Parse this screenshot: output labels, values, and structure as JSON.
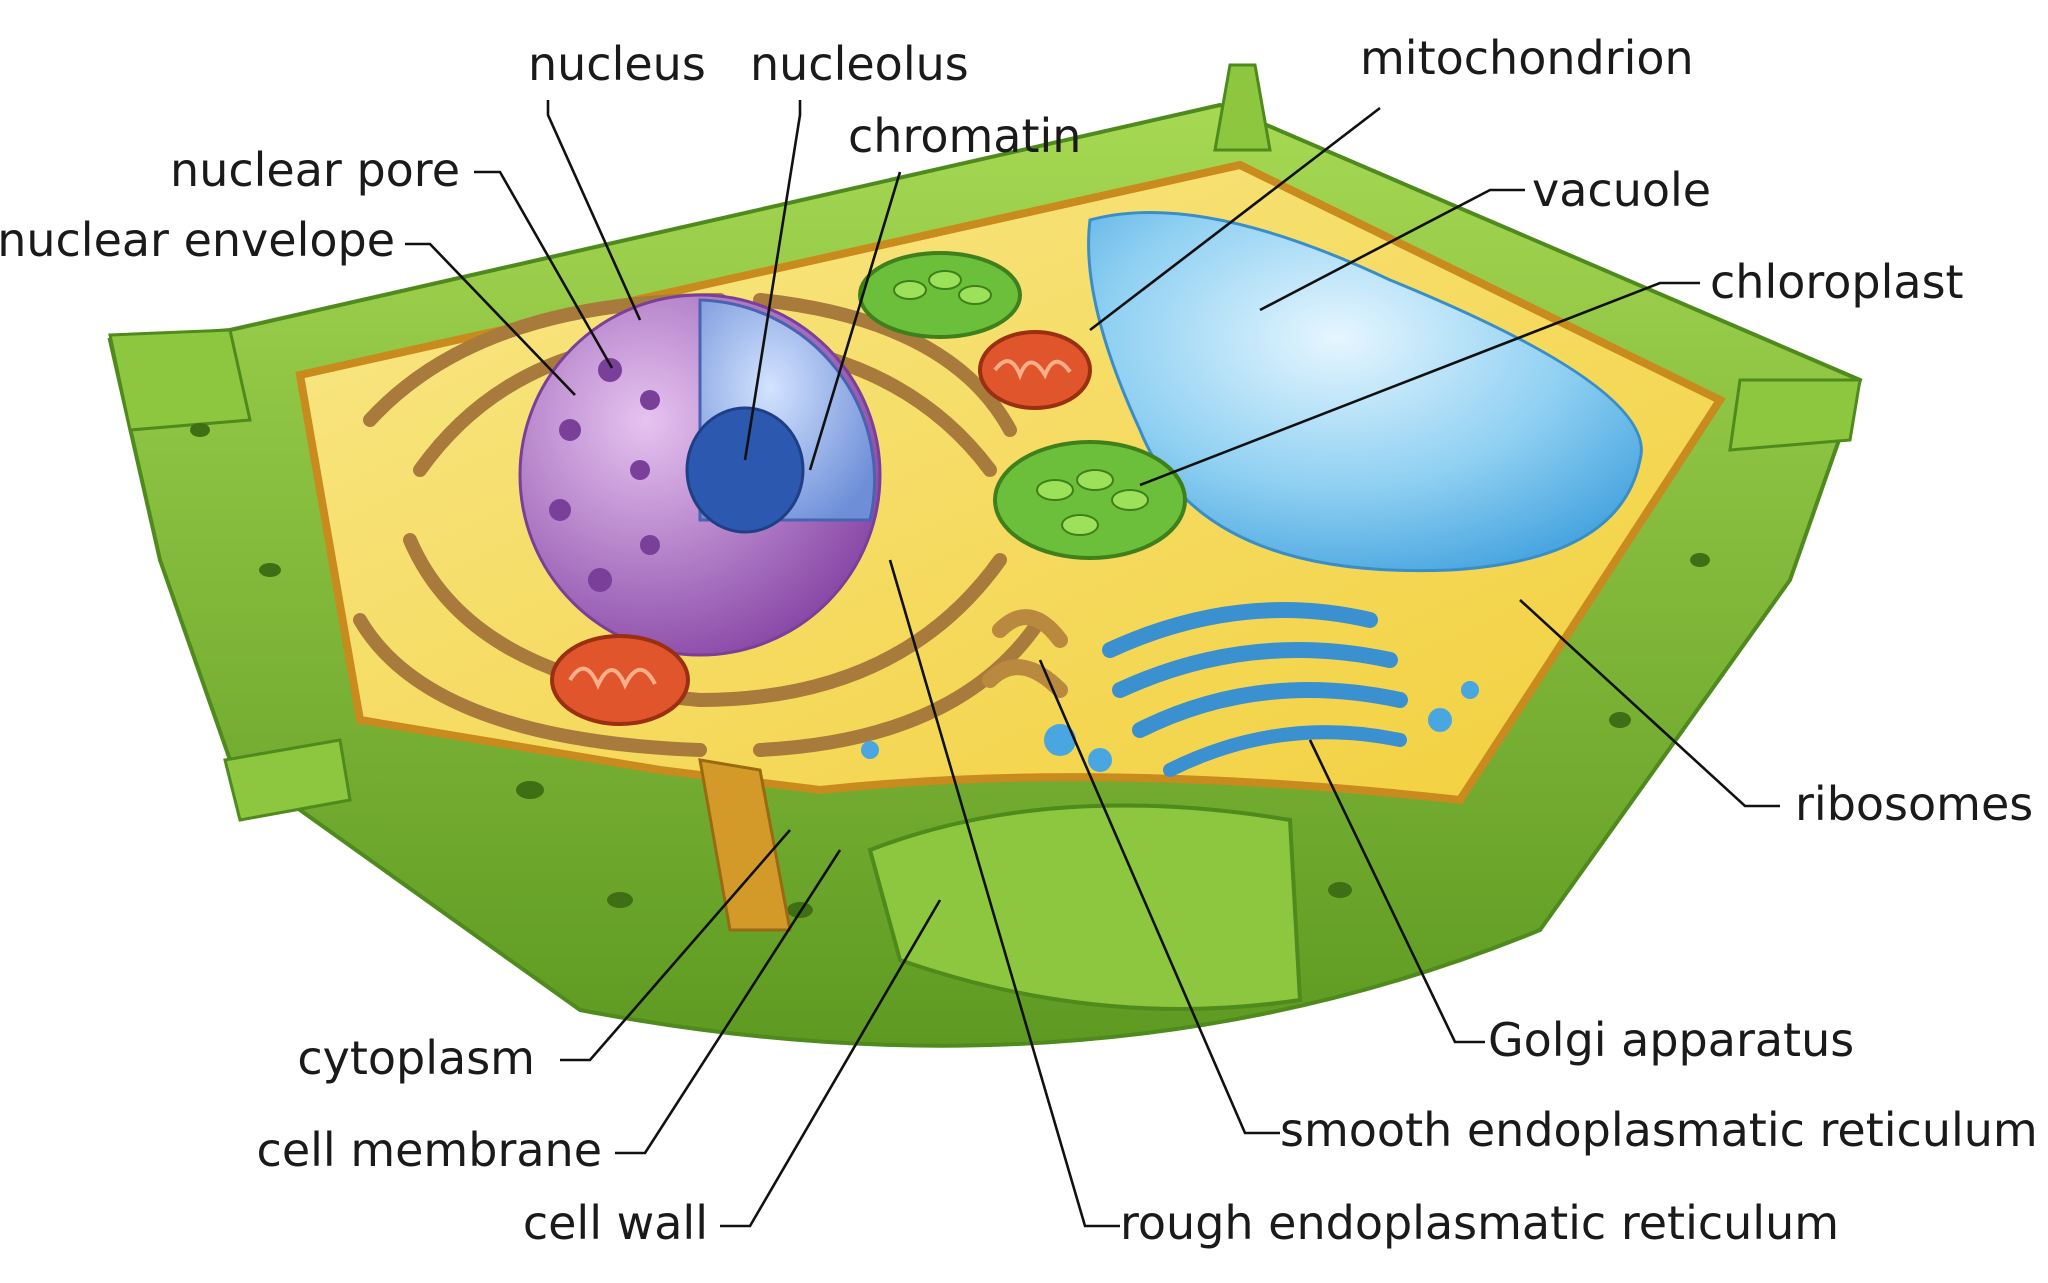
{
  "colors": {
    "cell_wall": "#8dc63f",
    "cell_wall_dark": "#5e9a22",
    "cytoplasm": "#f7e27a",
    "membrane": "#c98a1e",
    "nucleus": "#b57fd0",
    "nucleolus": "#3a6fc4",
    "vacuole": "#8fd0f2",
    "chloroplast": "#6cbf3a",
    "mitochondrion": "#e0552b",
    "er": "#a87a3c",
    "golgi": "#4aa6e0"
  },
  "labels": {
    "nucleus": "nucleus",
    "nucleolus": "nucleolus",
    "chromatin": "chromatin",
    "nuclear_pore": "nuclear pore",
    "nuclear_envelope": "nuclear envelope",
    "mitochondrion": "mitochondrion",
    "vacuole": "vacuole",
    "chloroplast": "chloroplast",
    "ribosomes": "ribosomes",
    "golgi_apparatus": "Golgi apparatus",
    "smooth_er": "smooth endoplasmatic reticulum",
    "rough_er": "rough endoplasmatic reticulum",
    "cytoplasm": "cytoplasm",
    "cell_membrane": "cell membrane",
    "cell_wall": "cell wall"
  }
}
